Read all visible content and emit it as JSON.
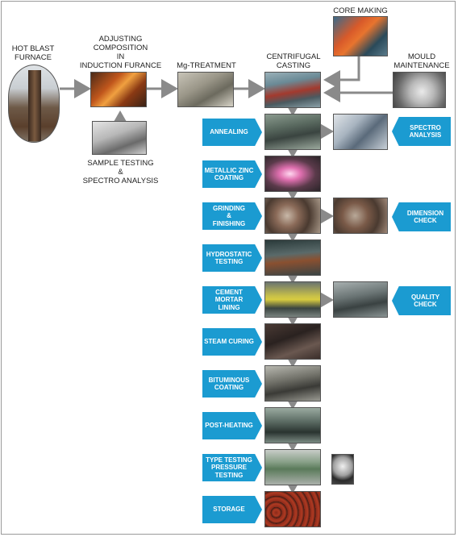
{
  "top": {
    "hot_blast": "HOT BLAST\nFURNACE",
    "adjusting": "ADJUSTING\nCOMPOSITION\nIN\nINDUCTION FURANCE",
    "mg": "Mg-TREATMENT",
    "centrifugal": "CENTRIFUGAL\nCASTING",
    "core": "CORE MAKING",
    "mould": "MOULD\nMAINTENANCE",
    "sample": "SAMPLE TESTING\n&\nSPECTRO ANALYSIS"
  },
  "steps": [
    "ANNEALING",
    "METALLIC ZINC\nCOATING",
    "GRINDING\n&\nFINISHING",
    "HYDROSTATIC\nTESTING",
    "CEMENT\nMORTAR\nLINING",
    "STEAM CURING",
    "BITUMINOUS\nCOATING",
    "POST-HEATING",
    "TYPE TESTING\nPRESSURE\nTESTING",
    "STORAGE"
  ],
  "checks": {
    "spectro": "SPECTRO\nANALYSIS",
    "dimension": "DIMENSION\nCHECK",
    "quality": "QUALITY\nCHECK"
  },
  "colors": {
    "accent": "#1b9bd1",
    "arrow": "#8a8a8a"
  }
}
